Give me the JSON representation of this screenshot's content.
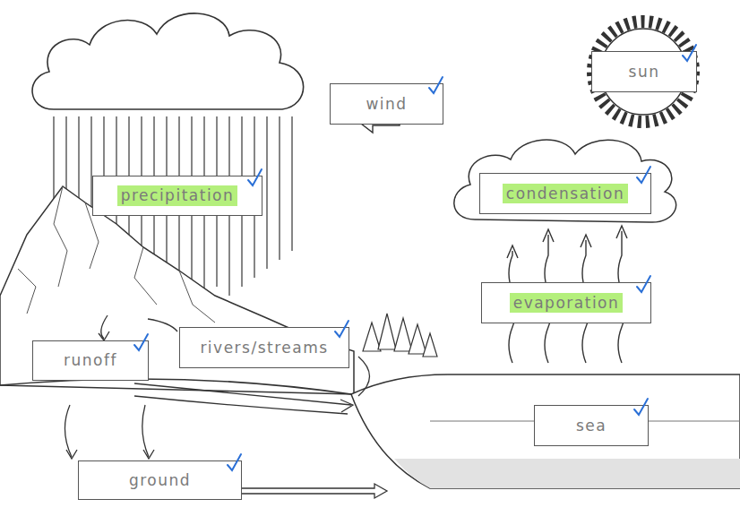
{
  "diagram": {
    "nodes": [
      {
        "text": [
          "sun"
        ]
      },
      {
        "text": [
          "wind"
        ]
      },
      {
        "text": [
          "precipitation"
        ]
      },
      {
        "text": [
          "condensation"
        ]
      },
      {
        "text": [
          "evaporation"
        ]
      },
      {
        "text": [
          "rivers/streams"
        ]
      },
      {
        "text": [
          "runoff"
        ]
      },
      {
        "text": [
          "sea"
        ]
      },
      {
        "text": [
          "ground"
        ]
      }
    ]
  }
}
